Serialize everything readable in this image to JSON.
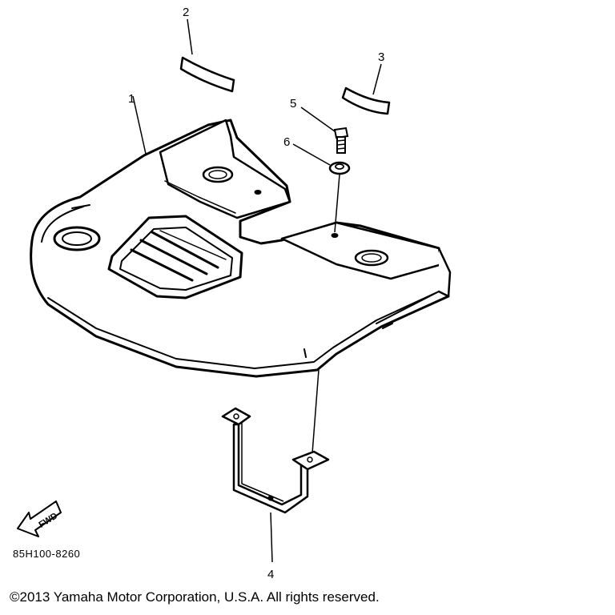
{
  "callouts": {
    "c1": "1",
    "c2": "2",
    "c3": "3",
    "c4": "4",
    "c5": "5",
    "c6": "6"
  },
  "direction_marker": {
    "label": "FWD",
    "icon": "arrow-left-icon"
  },
  "diagram_code": "85H100-8260",
  "copyright": "©2013 Yamaha Motor Corporation, U.S.A. All rights reserved."
}
